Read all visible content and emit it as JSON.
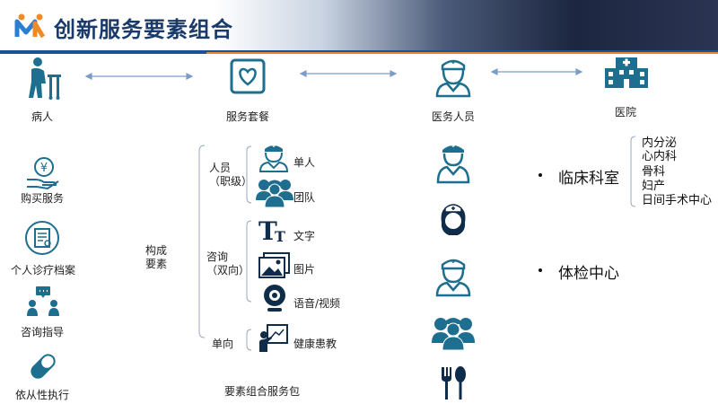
{
  "header": {
    "title": "创新服务要素组合"
  },
  "top_row": [
    {
      "label": "病人",
      "icon": "patient-walker-icon"
    },
    {
      "label": "服务套餐",
      "icon": "heart-package-icon"
    },
    {
      "label": "医务人员",
      "icon": "doctor-icon"
    },
    {
      "label": "医院",
      "icon": "hospital-icon"
    }
  ],
  "patient_services": [
    {
      "label": "购买服务",
      "icon": "payment-hand-icon"
    },
    {
      "label": "个人诊疗档案",
      "icon": "medical-record-icon"
    },
    {
      "label": "咨询指导",
      "icon": "consultation-icon"
    },
    {
      "label": "依从性执行",
      "icon": "pill-icon"
    }
  ],
  "composition": {
    "root": "构成\n要素",
    "staff_group": "人员\n（职级）",
    "consult_group": "咨询\n（双向）",
    "oneway_group": "单向",
    "staff_items": [
      "单人",
      "团队"
    ],
    "consult_items": [
      "文字",
      "图片",
      "语音/视频"
    ],
    "oneway_items": [
      "健康患教"
    ],
    "footer": "要素组合服务包"
  },
  "hospital": {
    "clinical_label": "临床科室",
    "checkup_label": "体检中心",
    "clinical_departments": [
      "内分泌",
      "心内科",
      "骨科",
      "妇产",
      "日间手术中心"
    ]
  },
  "colors": {
    "icon": "#1e6f8f",
    "title": "#1a3a6b",
    "arrow": "#7a9cc6"
  }
}
